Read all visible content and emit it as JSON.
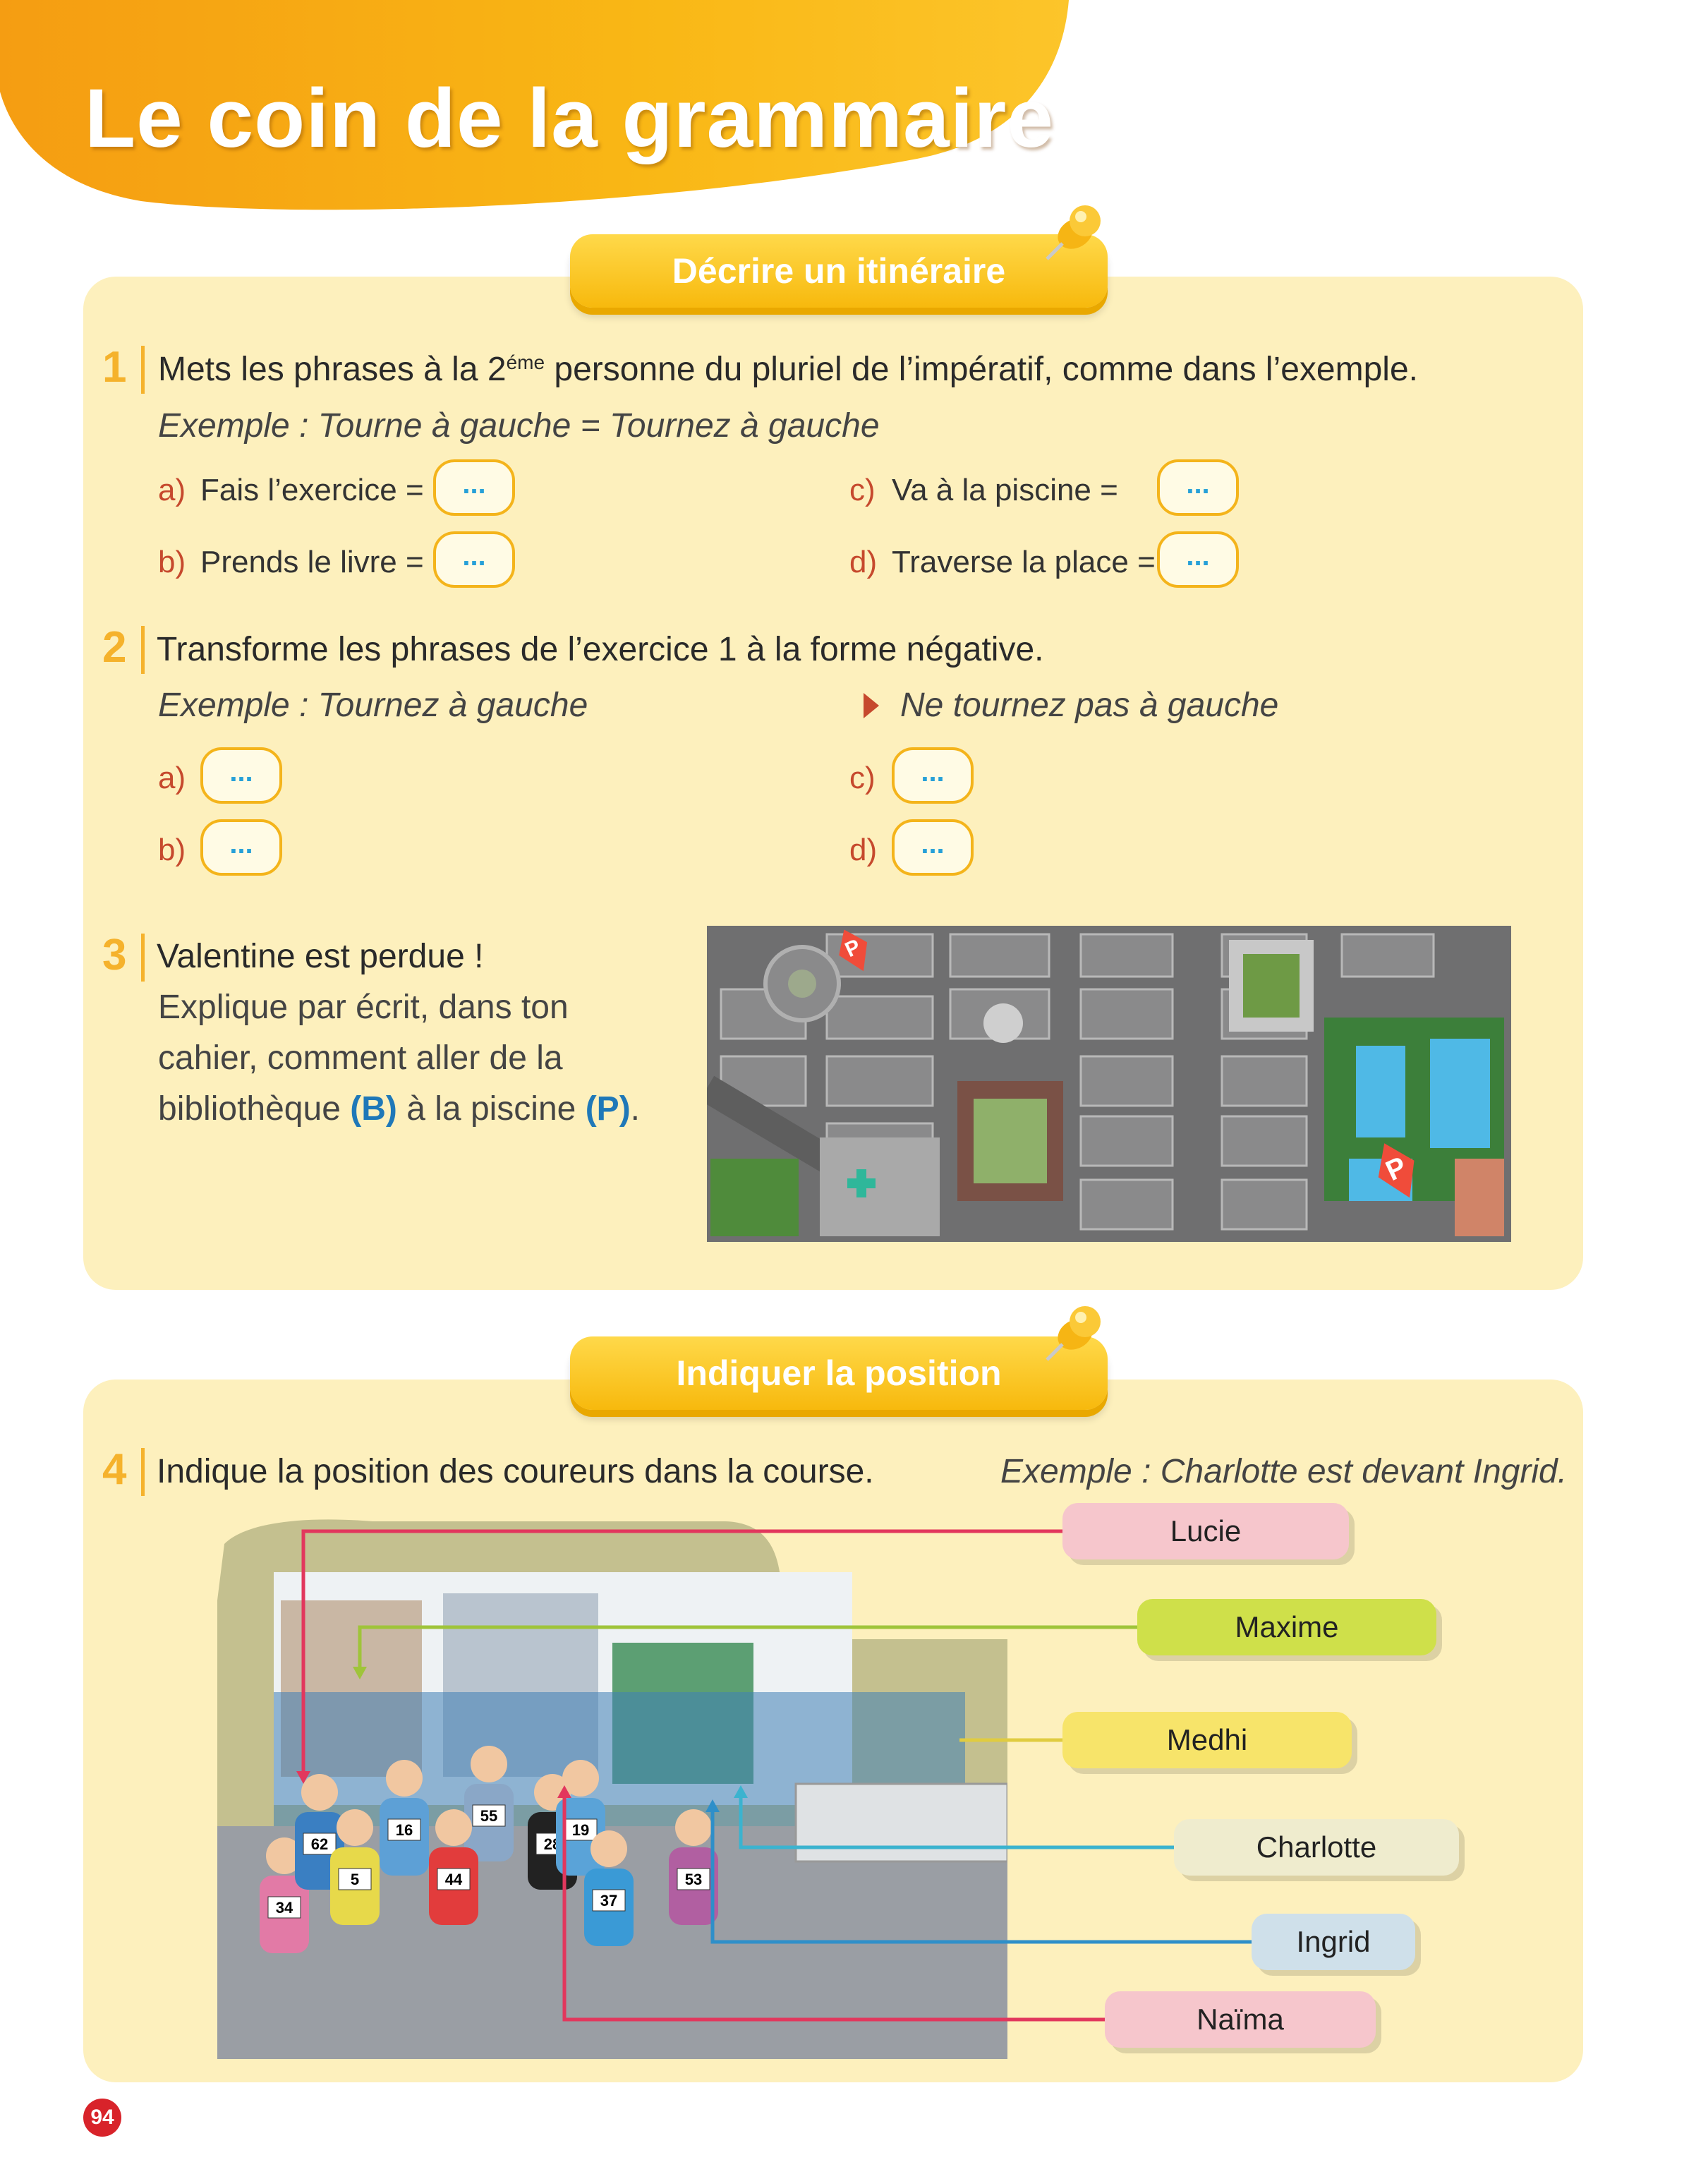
{
  "page": {
    "title": "Le coin de la grammaire",
    "number": "94"
  },
  "section1": {
    "title": "Décrire un itinéraire"
  },
  "ex1": {
    "number": "1",
    "instruction_a": "Mets les phrases à la 2",
    "instruction_sup": "éme",
    "instruction_b": " personne du pluriel de l’impératif, comme dans l’exemple.",
    "example": "Exemple : Tourne à gauche = Tournez à gauche",
    "items": [
      {
        "letter": "a)",
        "text": "Fais l’exercice =",
        "answer": "..."
      },
      {
        "letter": "b)",
        "text": "Prends le livre =",
        "answer": "..."
      },
      {
        "letter": "c)",
        "text": "Va à la piscine =",
        "answer": "..."
      },
      {
        "letter": "d)",
        "text": "Traverse la place =",
        "answer": "..."
      }
    ]
  },
  "ex2": {
    "number": "2",
    "instruction": "Transforme les phrases de l’exercice 1 à la forme négative.",
    "example_left": "Exemple : Tournez à gauche",
    "example_right": "Ne tournez pas à gauche",
    "items": [
      {
        "letter": "a)",
        "answer": "..."
      },
      {
        "letter": "b)",
        "answer": "..."
      },
      {
        "letter": "c)",
        "answer": "..."
      },
      {
        "letter": "d)",
        "answer": "..."
      }
    ]
  },
  "ex3": {
    "number": "3",
    "title": "Valentine est perdue !",
    "line1": "Explique par écrit, dans ton",
    "line2": "cahier, comment aller de la",
    "line3_a": "bibliothèque ",
    "line3_b": "(B)",
    "line3_c": " à la piscine ",
    "line3_d": "(P)",
    "line3_e": ".",
    "map_marker": "P"
  },
  "section2": {
    "title": "Indiquer la position"
  },
  "ex4": {
    "number": "4",
    "instruction": "Indique la position des coureurs dans la course.",
    "example": "Exemple : Charlotte est devant Ingrid.",
    "names": [
      {
        "label": "Lucie",
        "color": "#f6c6cc"
      },
      {
        "label": "Maxime",
        "color": "#cfe04a"
      },
      {
        "label": "Medhi",
        "color": "#f7e46a"
      },
      {
        "label": "Charlotte",
        "color": "#efecce"
      },
      {
        "label": "Ingrid",
        "color": "#cfe0ea"
      },
      {
        "label": "Naïma",
        "color": "#f6c6cc"
      }
    ],
    "bibs": [
      "34",
      "62",
      "16",
      "55",
      "28",
      "19",
      "44",
      "5",
      "37",
      "53"
    ]
  },
  "colors": {
    "banner": "#f9b715",
    "panel": "#fdf0bd",
    "accent": "#f5b22c",
    "answer_text": "#27a0d8",
    "item_letter": "#c6492d"
  }
}
